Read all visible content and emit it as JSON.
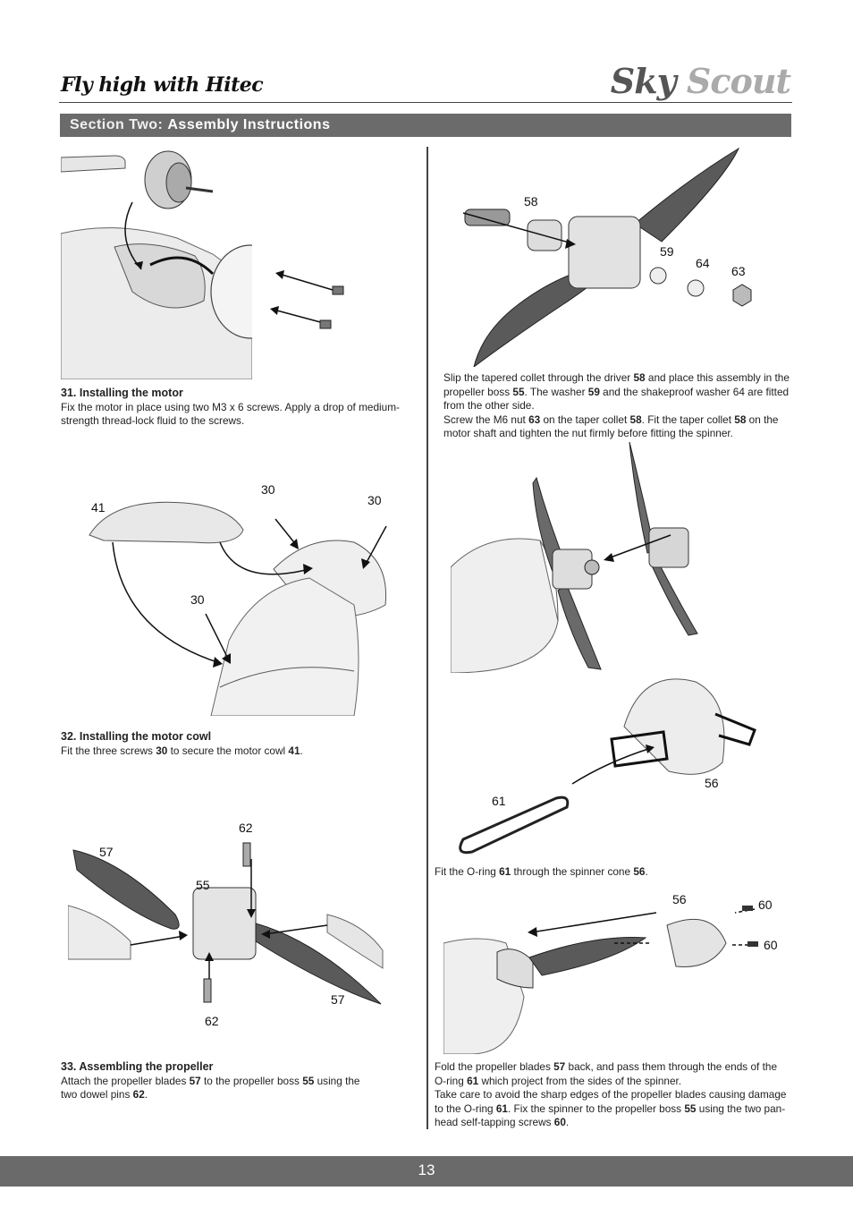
{
  "header": {
    "tagline": "Fly high with Hitec",
    "brand_sky": "Sky",
    "brand_scout": "Scout"
  },
  "section": {
    "prefix": "Section Two:",
    "title": "Assembly Instructions"
  },
  "steps": {
    "s31": {
      "title": "31. Installing the motor",
      "text": "Fix the motor in place using two M3 x 6 screws. Apply a drop of medium-strength thread-lock fluid to the screws."
    },
    "s32": {
      "title": "32. Installing the motor cowl",
      "text_a": "Fit the three screws ",
      "n1": "30",
      "text_b": " to secure the motor cowl ",
      "n2": "41",
      "text_c": "."
    },
    "s33": {
      "title": "33. Assembling the propeller",
      "text_a": "Attach the propeller blades ",
      "n1": "57",
      "text_b": " to the propeller boss ",
      "n2": "55",
      "text_c": " using the two dowel pins ",
      "n3": "62",
      "text_d": "."
    },
    "r1": {
      "a": "Slip the tapered collet through the driver ",
      "n1": "58",
      "b": " and place this assembly in the propeller boss ",
      "n2": "55",
      "c": ". The washer ",
      "n3": "59",
      "d": " and the shakeproof washer 64 are fitted from the other side.",
      "e": "Screw the M6 nut ",
      "n4": "63",
      "f": " on the taper collet ",
      "n5": "58",
      "g": ". Fit the taper collet ",
      "n6": "58",
      "h": " on the motor shaft and tighten the nut firmly before fitting the spinner."
    },
    "r2": {
      "a": "Fit the O-ring ",
      "n1": "61",
      "b": " through the spinner cone ",
      "n2": "56",
      "c": "."
    },
    "r3": {
      "a": "Fold the propeller blades ",
      "n1": "57",
      "b": " back, and pass them through the ends of the O-ring ",
      "n2": "61",
      "c": " which project from the sides of the spinner.",
      "d": "Take care to avoid the sharp edges of the propeller blades causing damage to the O-ring ",
      "n3": "61",
      "e": ". Fix the spinner to the propeller boss ",
      "n4": "55",
      "f": " using the two pan-head self-tapping screws ",
      "n5": "60",
      "g": "."
    }
  },
  "callouts": {
    "fig32": [
      "41",
      "30",
      "30",
      "30"
    ],
    "fig33": [
      "62",
      "57",
      "55",
      "57",
      "62"
    ],
    "figR1": [
      "58",
      "59",
      "64",
      "63"
    ],
    "figR3": [
      "61",
      "56"
    ],
    "figR4": [
      "56",
      "60",
      "60"
    ]
  },
  "footer": {
    "page_number": "13"
  }
}
